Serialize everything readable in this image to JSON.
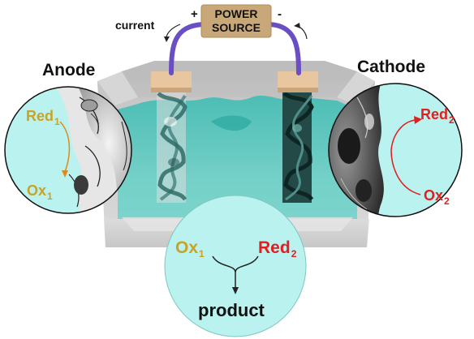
{
  "power_source": {
    "line1": "POWER",
    "line2": "SOURCE"
  },
  "terminals": {
    "positive": "+",
    "negative": "-"
  },
  "current_label": "current",
  "anode": {
    "title": "Anode",
    "reactant": {
      "base": "Red",
      "sub": "1"
    },
    "product": {
      "base": "Ox",
      "sub": "1"
    }
  },
  "cathode": {
    "title": "Cathode",
    "reactant": {
      "base": "Ox",
      "sub": "2"
    },
    "product": {
      "base": "Red",
      "sub": "2"
    }
  },
  "bottom": {
    "left": {
      "base": "Ox",
      "sub": "1"
    },
    "right": {
      "base": "Red",
      "sub": "2"
    },
    "result": "product"
  },
  "colors": {
    "anode_text": "#c9a227",
    "cathode_text": "#e02020",
    "circle_fill": "#b9f2ef",
    "liquid": "#4fc7bd",
    "wire": "#6a4fc4",
    "power_box": "#c8a878",
    "clamp": "#e8c7a0",
    "tank": "#c9c9c9"
  }
}
